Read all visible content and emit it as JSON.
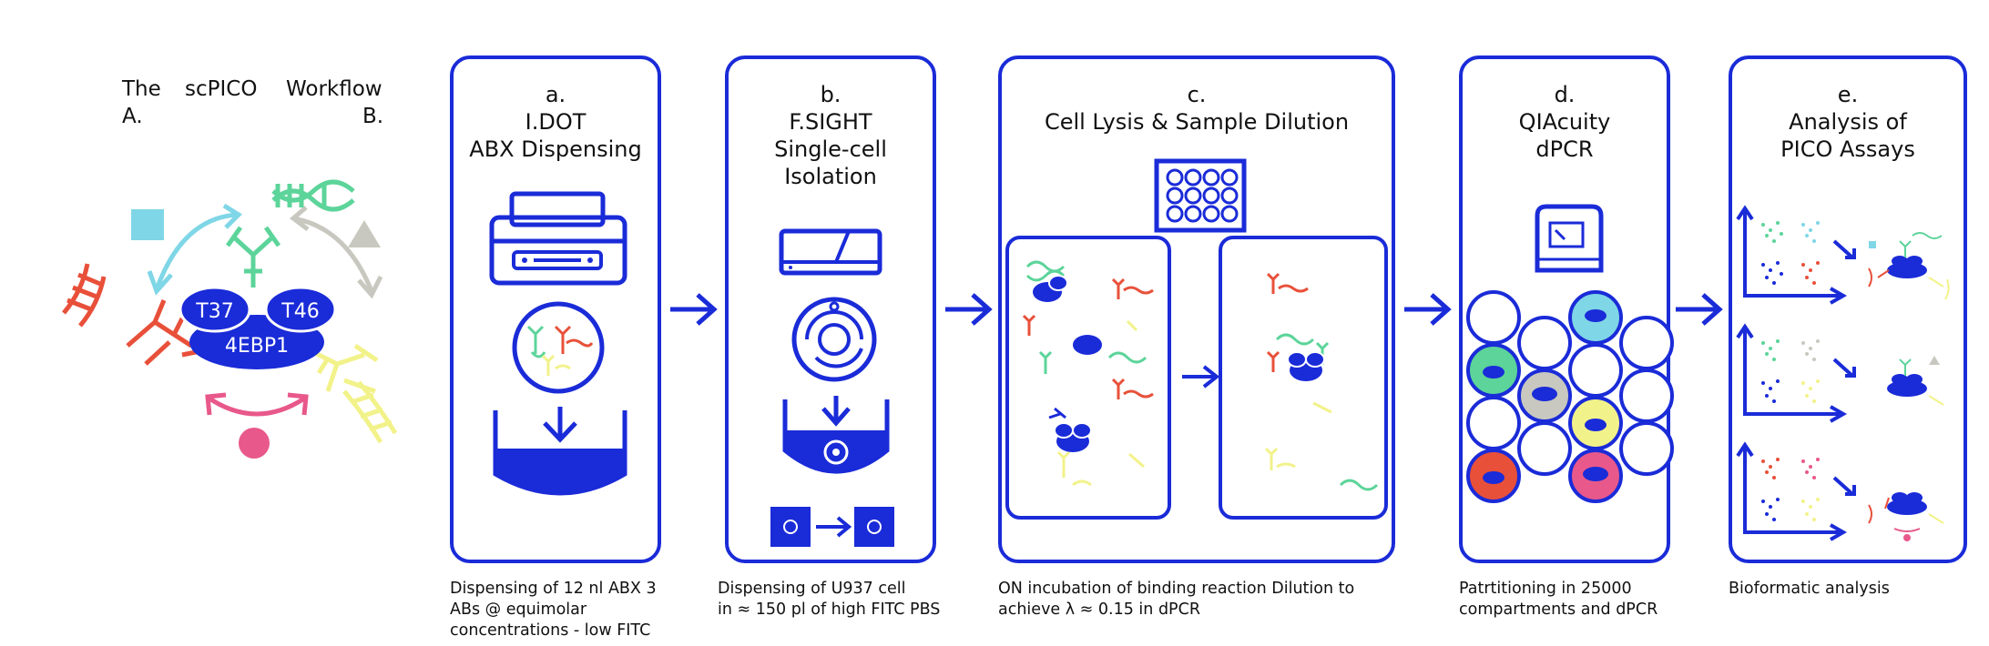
{
  "header": {
    "word1": "The",
    "word2": "scPICO",
    "word3": "Workflow",
    "labelA": "A.",
    "labelB": "B."
  },
  "proteins": {
    "t37": "T37",
    "t46": "T46",
    "main": "4EBP1"
  },
  "panels": [
    {
      "letter": "a.",
      "title1": "I.DOT",
      "title2": "ABX Dispensing",
      "caption1": "Dispensing of 12 nl ABX 3",
      "caption2": "ABs @ equimolar",
      "caption3": "concentrations - low FITC"
    },
    {
      "letter": "b.",
      "title1": "F.SIGHT",
      "title2": "Single-cell",
      "title3": "Isolation",
      "caption1": "Dispensing of U937 cell",
      "caption2": "in ≈ 150 pl of high FITC PBS"
    },
    {
      "letter": "c.",
      "title1": "Cell Lysis & Sample Dilution",
      "caption1": "ON incubation of binding reaction Dilution to",
      "caption2": "achieve λ ≈ 0.15 in dPCR"
    },
    {
      "letter": "d.",
      "title1": "QIAcuity",
      "title2": "dPCR",
      "caption1": "Patrtitioning in 25000",
      "caption2": "compartments and dPCR"
    },
    {
      "letter": "e.",
      "title1": "Analysis of",
      "title2": "PICO Assays",
      "caption1": "Bioformatic analysis"
    }
  ],
  "colors": {
    "blue": "#1a2bd8",
    "red": "#e8503a",
    "green": "#5cd49a",
    "yellow": "#f2f28a",
    "pink": "#e8588a",
    "cyan": "#7fd6e6",
    "gray": "#c8c8c0"
  }
}
